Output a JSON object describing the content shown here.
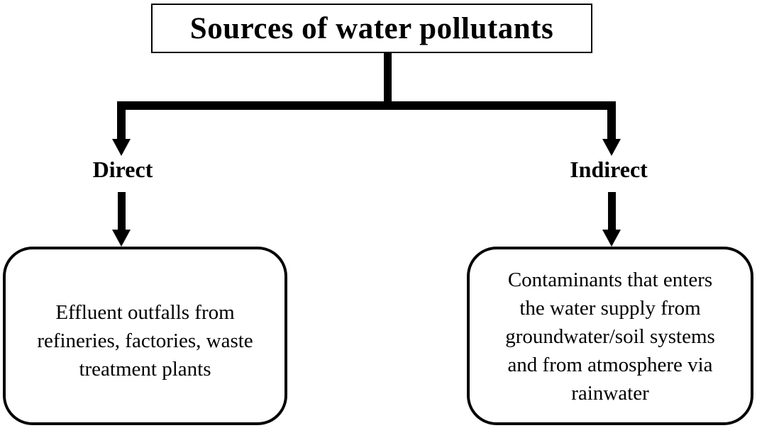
{
  "diagram": {
    "title": "Sources of water pollutants",
    "branches": [
      {
        "label": "Direct",
        "description": "Effluent outfalls from\nrefineries, factories, waste\ntreatment plants"
      },
      {
        "label": "Indirect",
        "description": "Contaminants that enters\nthe water supply from\ngroundwater/soil systems\nand from atmosphere via\nrainwater"
      }
    ],
    "colors": {
      "line": "#000000",
      "text": "#000000",
      "background": "#ffffff"
    }
  }
}
